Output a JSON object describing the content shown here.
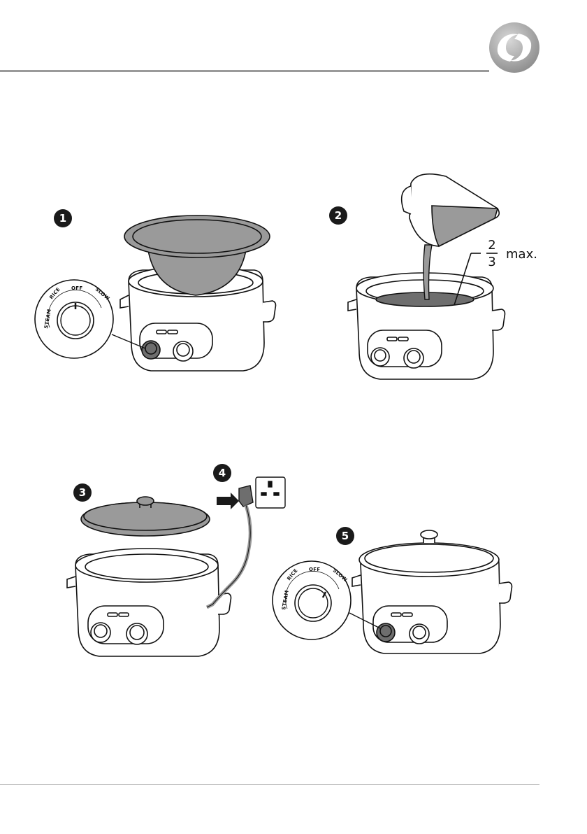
{
  "brand": {
    "logo_icon": "brand-swirl-icon"
  },
  "steps": [
    {
      "number": "1",
      "dial_labels": [
        "STEAM",
        "RICE",
        "OFF",
        "SLOW"
      ]
    },
    {
      "number": "2",
      "fill_label": {
        "numerator": "2",
        "denominator": "3",
        "suffix": "max."
      }
    },
    {
      "number": "3"
    },
    {
      "number": "4"
    },
    {
      "number": "5",
      "dial_labels": [
        "STEAM",
        "RICE",
        "OFF",
        "SLOW"
      ]
    }
  ],
  "colors": {
    "line": "#111111",
    "grey_fill": "#9a9a9a",
    "dark_fill": "#6e6e6e",
    "badge": "#1a1a1a"
  }
}
